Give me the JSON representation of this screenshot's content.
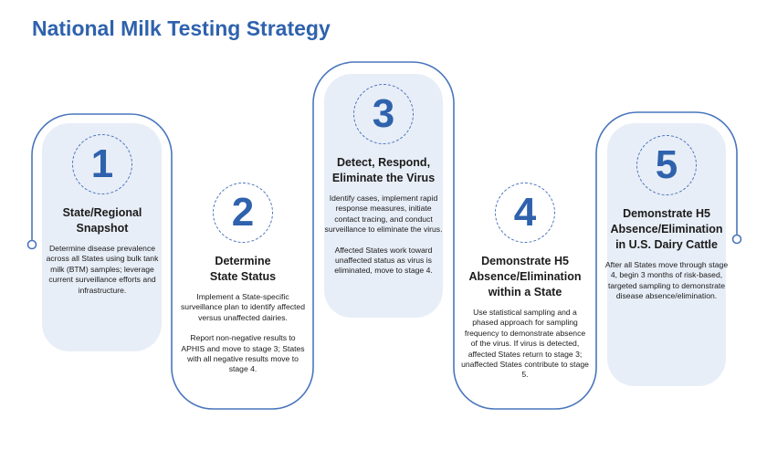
{
  "title": "National Milk Testing Strategy",
  "colors": {
    "accent": "#2f62ad",
    "panel": "#e8eef7",
    "line": "#4a76bd"
  },
  "stages": [
    {
      "number": "1",
      "heading": "State/Regional Snapshot",
      "body": [
        "Determine disease prevalence across all States using bulk tank milk (BTM) samples; leverage current surveillance efforts and infrastructure."
      ]
    },
    {
      "number": "2",
      "heading": "Determine State Status",
      "body": [
        "Implement a State-specific surveillance plan to identify affected versus unaffected dairies.",
        "Report non-negative results to APHIS and move to stage 3; States with all negative results move to stage 4."
      ]
    },
    {
      "number": "3",
      "heading": "Detect, Respond, Eliminate the Virus",
      "body": [
        "Identify cases, implement rapid response measures, initiate contact tracing, and conduct surveillance to eliminate the virus.",
        "Affected States work toward unaffected status as virus is eliminated, move to stage 4."
      ]
    },
    {
      "number": "4",
      "heading": "Demonstrate H5 Absence/Elimination within a State",
      "body": [
        "Use statistical sampling and a phased approach for sampling frequency to demonstrate absence of the virus. If virus is detected, affected States return to stage 3; unaffected States contribute to stage 5."
      ]
    },
    {
      "number": "5",
      "heading": "Demonstrate H5 Absence/Elimination in U.S. Dairy Cattle",
      "body": [
        "After all States move through stage 4, begin 3 months of risk-based, targeted sampling to demonstrate disease absence/elimination."
      ]
    }
  ]
}
